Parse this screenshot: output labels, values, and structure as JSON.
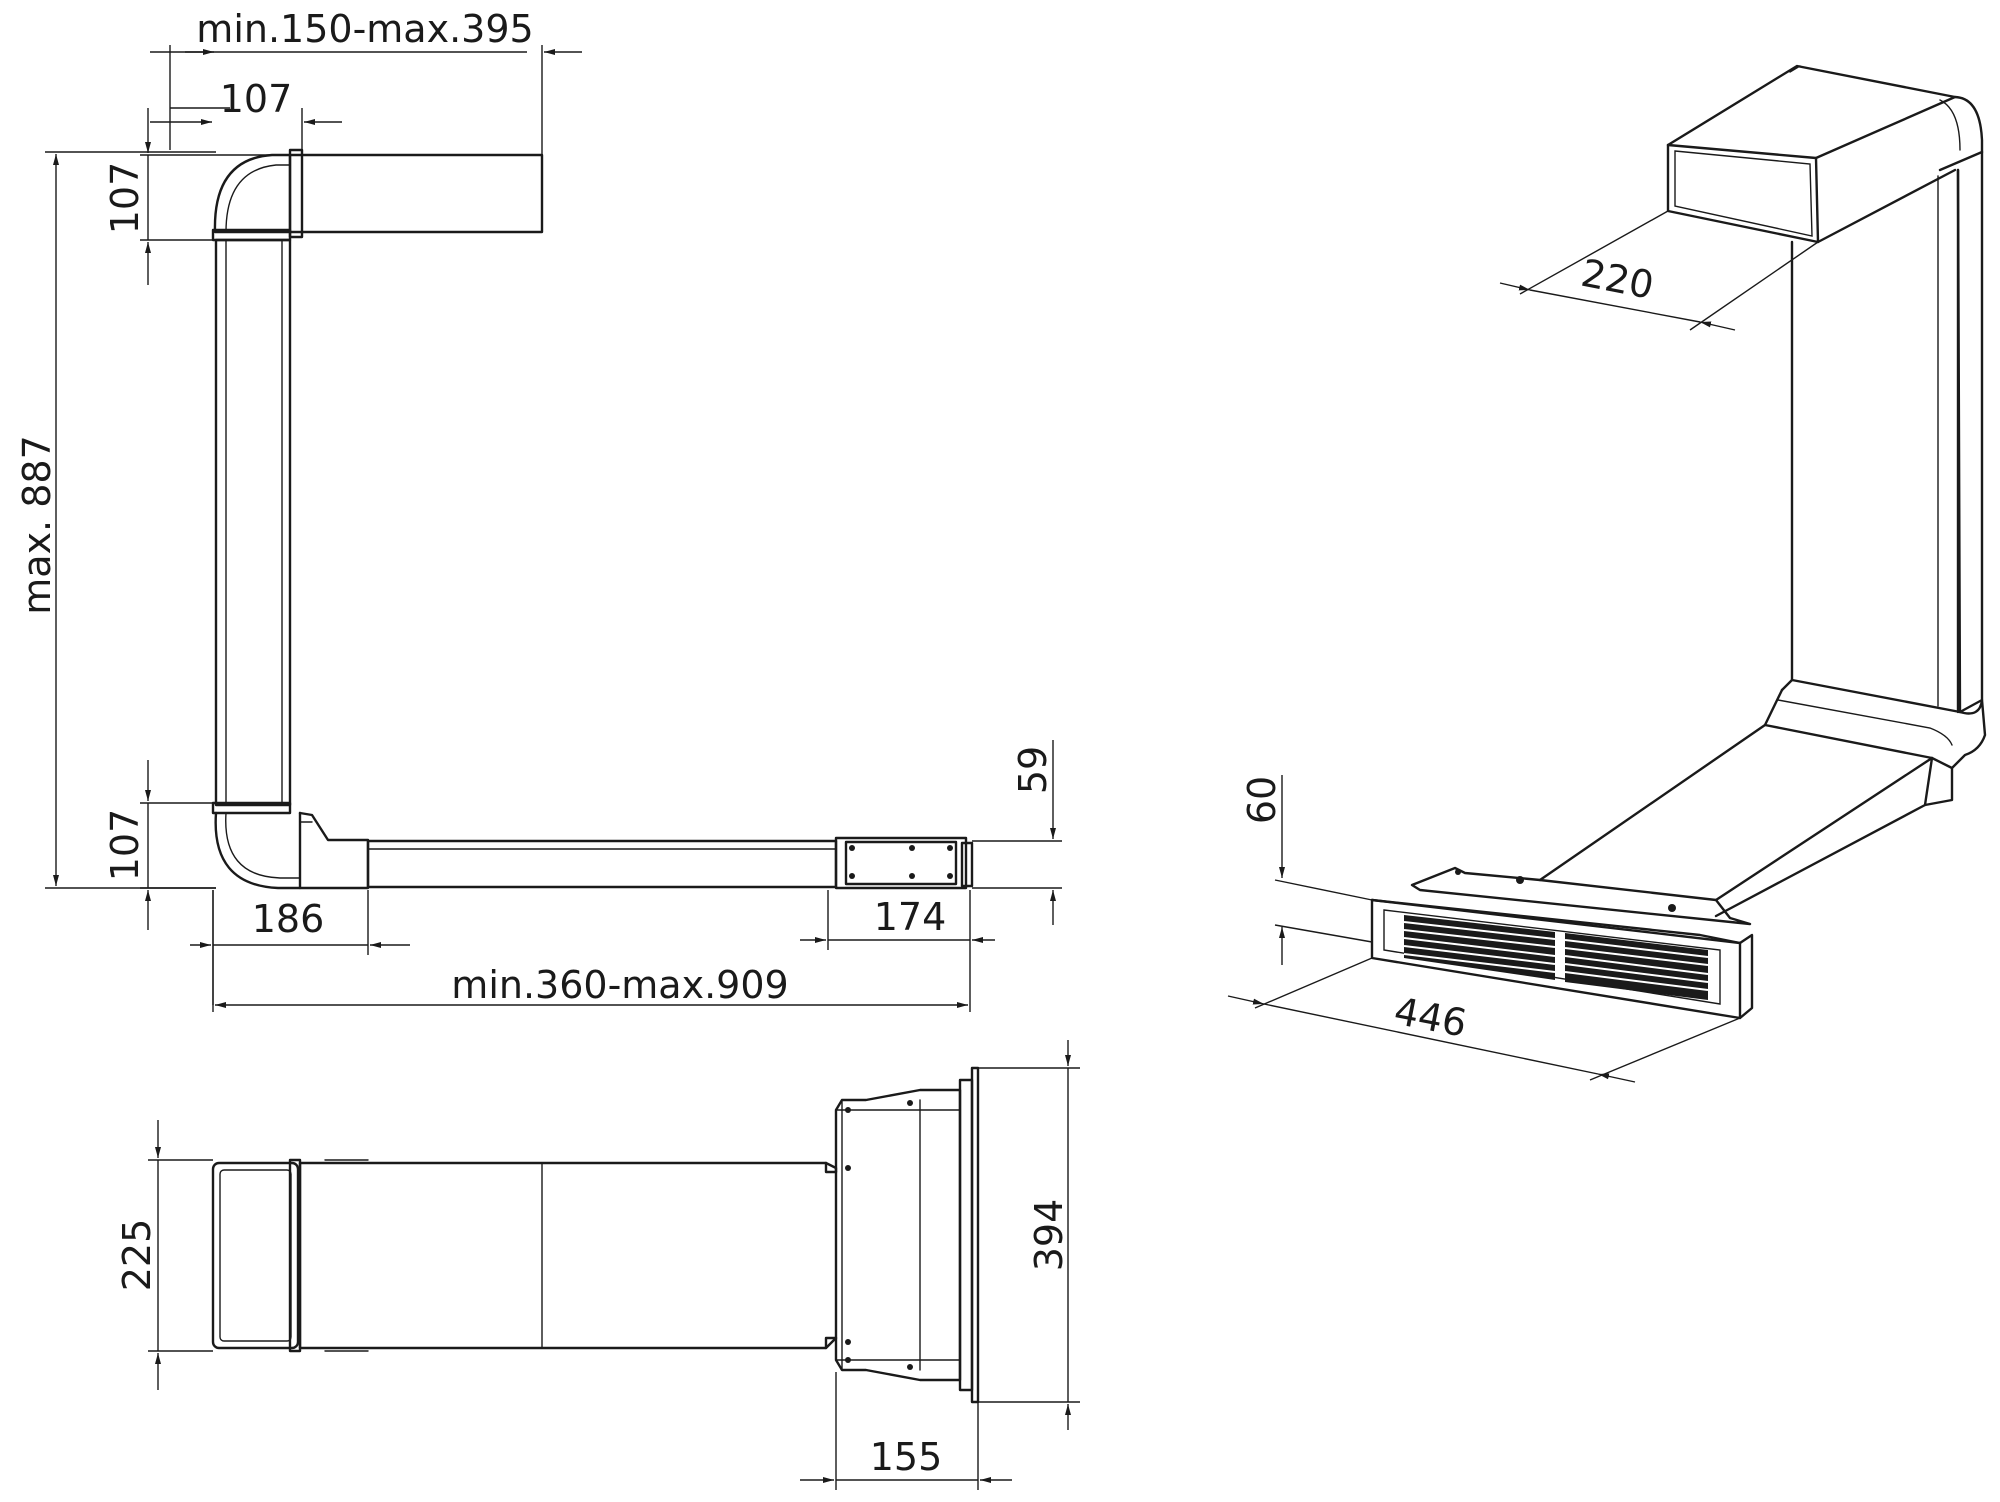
{
  "diagram": {
    "dimensions": {
      "top_width": "min.150-max.395",
      "elbow_top_width": "107",
      "elbow_top_height": "107",
      "total_height": "max.  887",
      "elbow_bottom_height": "107",
      "bottom_offset": "186",
      "base_depth": "174",
      "base_height": "59",
      "total_length": "min.360-max.909",
      "plan_width": "225",
      "plan_depth": "394",
      "plan_base": "155",
      "iso_duct": "220",
      "iso_grille_height": "60",
      "iso_grille_width": "446"
    }
  }
}
